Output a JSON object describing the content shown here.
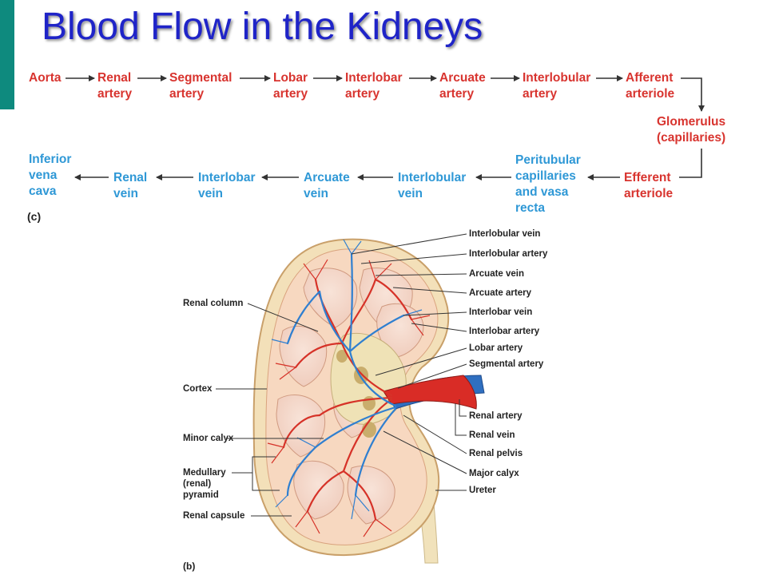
{
  "slide": {
    "title": "Blood Flow in the Kidneys",
    "accent_color": "#0e8a7e",
    "title_color": "#1f24c8"
  },
  "flowchart": {
    "panel_label": "(c)",
    "arterial_color": "#d8342f",
    "venous_color": "#2f98d6",
    "top_row": [
      {
        "line1": "Aorta",
        "line2": ""
      },
      {
        "line1": "Renal",
        "line2": "artery"
      },
      {
        "line1": "Segmental",
        "line2": "artery"
      },
      {
        "line1": "Lobar",
        "line2": "artery"
      },
      {
        "line1": "Interlobar",
        "line2": "artery"
      },
      {
        "line1": "Arcuate",
        "line2": "artery"
      },
      {
        "line1": "Interlobular",
        "line2": "artery"
      },
      {
        "line1": "Afferent",
        "line2": "arteriole"
      }
    ],
    "glomerulus": {
      "line1": "Glomerulus",
      "line2": "(capillaries)"
    },
    "efferent": {
      "line1": "Efferent",
      "line2": "arteriole"
    },
    "peritubular": {
      "line1": "Peritubular",
      "line2": "capillaries",
      "line3": "and vasa",
      "line4": "recta"
    },
    "bottom_row": [
      {
        "line1": "Interlobular",
        "line2": "vein"
      },
      {
        "line1": "Arcuate",
        "line2": "vein"
      },
      {
        "line1": "Interlobar",
        "line2": "vein"
      },
      {
        "line1": "Renal",
        "line2": "vein"
      }
    ],
    "ivc": {
      "line1": "Inferior",
      "line2": "vena",
      "line3": "cava"
    }
  },
  "kidney_diagram": {
    "panel_label": "(b)",
    "right_labels": [
      "Interlobular vein",
      "Interlobular artery",
      "Arcuate vein",
      "Arcuate artery",
      "Interlobar vein",
      "Interlobar artery",
      "Lobar artery",
      "Segmental artery",
      "Renal artery",
      "Renal vein",
      "Renal pelvis",
      "Major calyx",
      "Ureter"
    ],
    "left_labels": {
      "renal_column": "Renal column",
      "cortex": "Cortex",
      "minor_calyx": "Minor calyx",
      "medullary_1": "Medullary",
      "medullary_2": "(renal)",
      "medullary_3": "pyramid",
      "renal_capsule": "Renal capsule"
    }
  }
}
